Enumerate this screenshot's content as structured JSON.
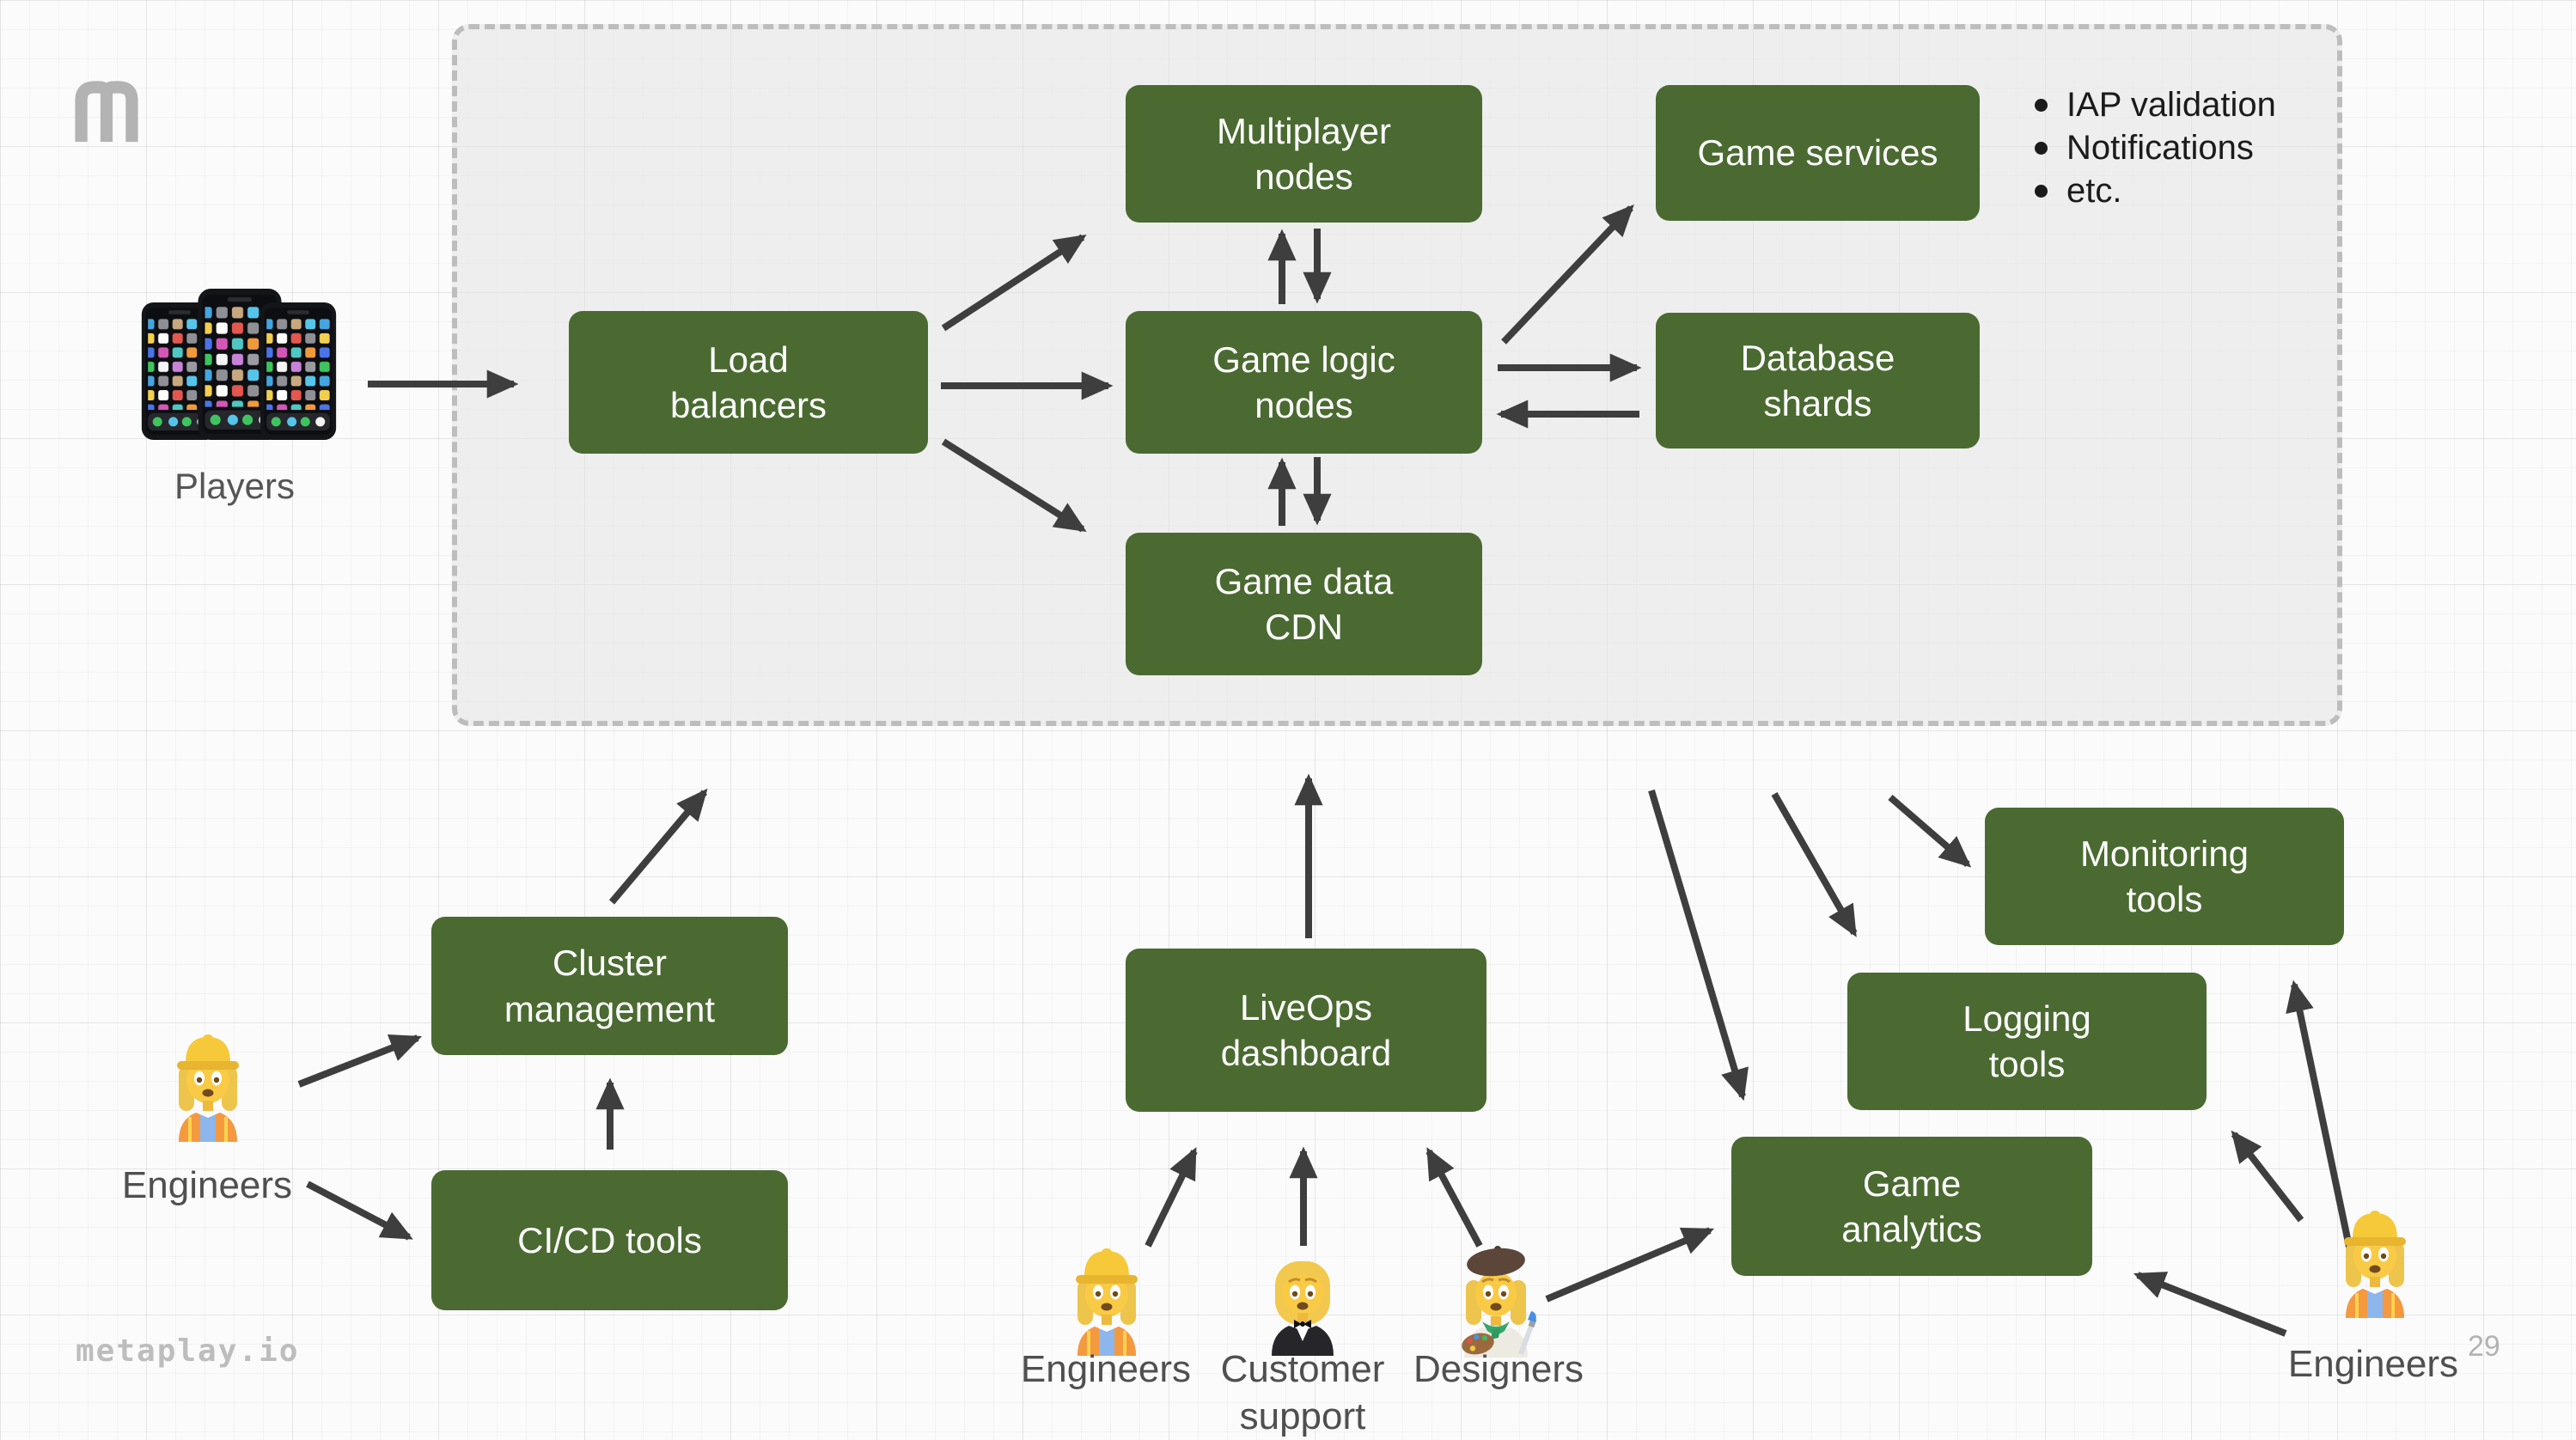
{
  "slide": {
    "brand": "metaplay.io",
    "page_number": "29"
  },
  "colors": {
    "node_fill": "#4a6a31",
    "node_text": "#ffffff",
    "arrow": "#3e3e3e",
    "actor_label_text": "#4f4f4f",
    "muted_text": "#bdbdbd",
    "bullet_text": "#1b1b1b",
    "cluster_fill": "#ededed",
    "cluster_border": "#bdbdbd"
  },
  "nodes": [
    {
      "id": "load-balancers",
      "label": "Load\nbalancers"
    },
    {
      "id": "multiplayer-nodes",
      "label": "Multiplayer\nnodes"
    },
    {
      "id": "game-logic-nodes",
      "label": "Game logic\nnodes"
    },
    {
      "id": "game-data-cdn",
      "label": "Game data\nCDN"
    },
    {
      "id": "game-services",
      "label": "Game services"
    },
    {
      "id": "database-shards",
      "label": "Database\nshards"
    },
    {
      "id": "cluster-management",
      "label": "Cluster\nmanagement"
    },
    {
      "id": "cicd-tools",
      "label": "CI/CD tools"
    },
    {
      "id": "liveops-dashboard",
      "label": "LiveOps\ndashboard"
    },
    {
      "id": "monitoring-tools",
      "label": "Monitoring\ntools"
    },
    {
      "id": "logging-tools",
      "label": "Logging\ntools"
    },
    {
      "id": "game-analytics",
      "label": "Game\nanalytics"
    }
  ],
  "actors": [
    {
      "id": "players",
      "label": "Players"
    },
    {
      "id": "engineers-left",
      "label": "Engineers"
    },
    {
      "id": "engineers-mid",
      "label": "Engineers"
    },
    {
      "id": "customer-support",
      "label": "Customer\nsupport"
    },
    {
      "id": "designers",
      "label": "Designers"
    },
    {
      "id": "engineers-right",
      "label": "Engineers"
    }
  ],
  "services_notes": [
    "IAP validation",
    "Notifications",
    "etc."
  ]
}
